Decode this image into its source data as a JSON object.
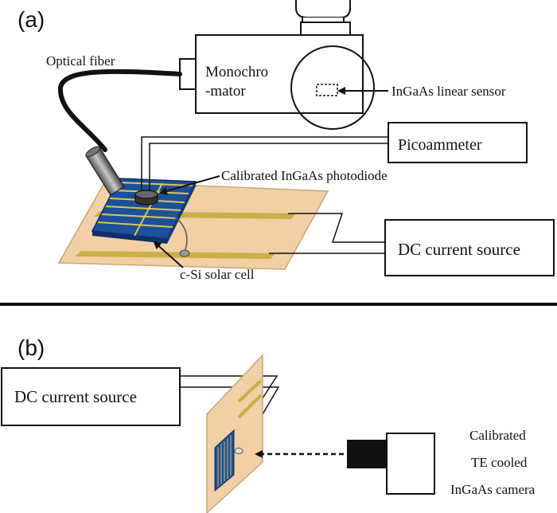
{
  "panel_a": {
    "label": "(a)",
    "optical_fiber": "Optical fiber",
    "monochromator_line1": "Monochro",
    "monochromator_line2": "-mator",
    "ingaas_linear_sensor": "InGaAs linear sensor",
    "picoammeter": "Picoammeter",
    "calibrated_photodiode": "Calibrated InGaAs photodiode",
    "dc_current_source": "DC current source",
    "solar_cell": "c-Si solar cell"
  },
  "panel_b": {
    "label": "(b)",
    "dc_current_source": "DC current source",
    "camera_line1": "Calibrated",
    "camera_line2": "TE cooled",
    "camera_line3": "InGaAs camera"
  },
  "colors": {
    "board": "#f2cfa5",
    "cell_blue": "#1c4f9c",
    "cell_dark": "#0f2f66",
    "busbar": "#d9c84a",
    "rail": "#c9b044"
  }
}
